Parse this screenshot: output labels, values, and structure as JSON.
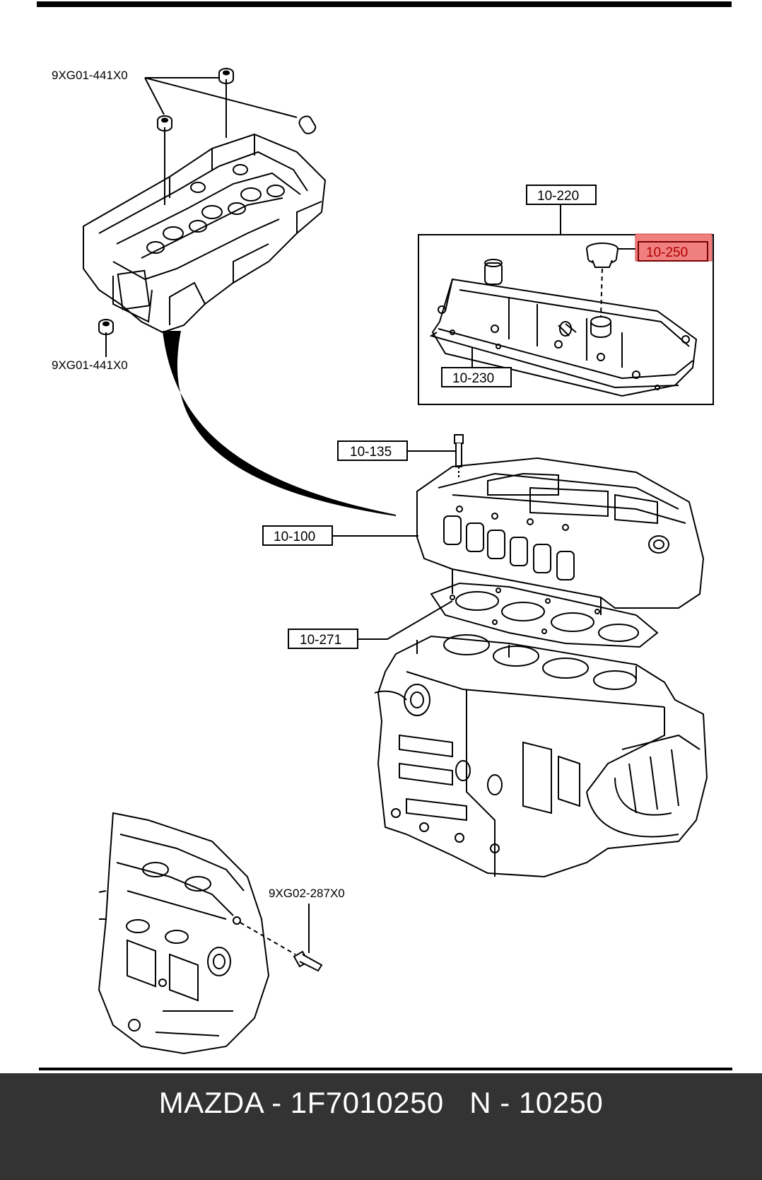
{
  "diagram": {
    "labels": {
      "cap_nut_top": "9XG01-441X0",
      "cap_nut_bottom": "9XG01-441X0",
      "cover_assembly": "10-220",
      "oil_filler_cap": "10-250",
      "cover_gasket": "10-230",
      "head_bolt": "10-135",
      "cylinder_head": "10-100",
      "head_gasket": "10-271",
      "plug": "9XG02-287X0"
    },
    "highlight_color": "#f08080"
  },
  "footer": {
    "text": "MAZDA - 1F7010250   N - 10250"
  }
}
